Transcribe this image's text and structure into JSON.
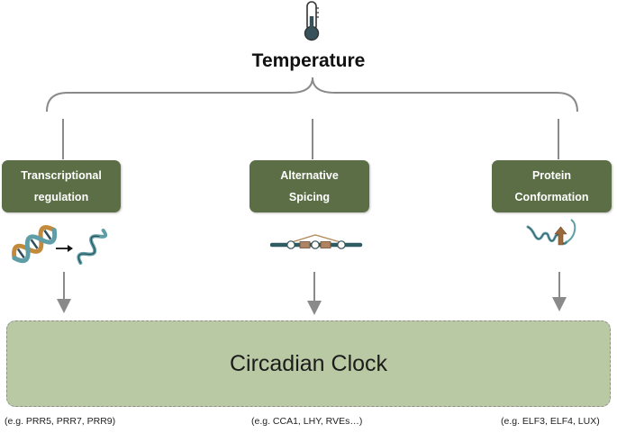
{
  "title": "Temperature",
  "mechanisms": [
    {
      "line1": "Transcriptional",
      "line2": "regulation",
      "icon": "dna-unwinding-icon",
      "examples": "(e.g. PRR5, PRR7, PRR9)"
    },
    {
      "line1": "Alternative",
      "line2": "Spicing",
      "icon": "splicing-icon",
      "examples": "(e.g. CCA1, LHY, RVEs…)"
    },
    {
      "line1": "Protein",
      "line2": "Conformation",
      "icon": "protein-conformation-icon",
      "examples": "(e.g. ELF3, ELF4, LUX)"
    }
  ],
  "clock_label": "Circadian Clock",
  "top_icon": "thermometer-icon",
  "colors": {
    "box_fill": "#5b6e45",
    "clock_fill": "#b9c9a3",
    "connector": "#8a8a8a",
    "dna_teal": "#5f9ea6",
    "dna_orange": "#c48a3b",
    "helix_dark": "#2f4f5a"
  }
}
